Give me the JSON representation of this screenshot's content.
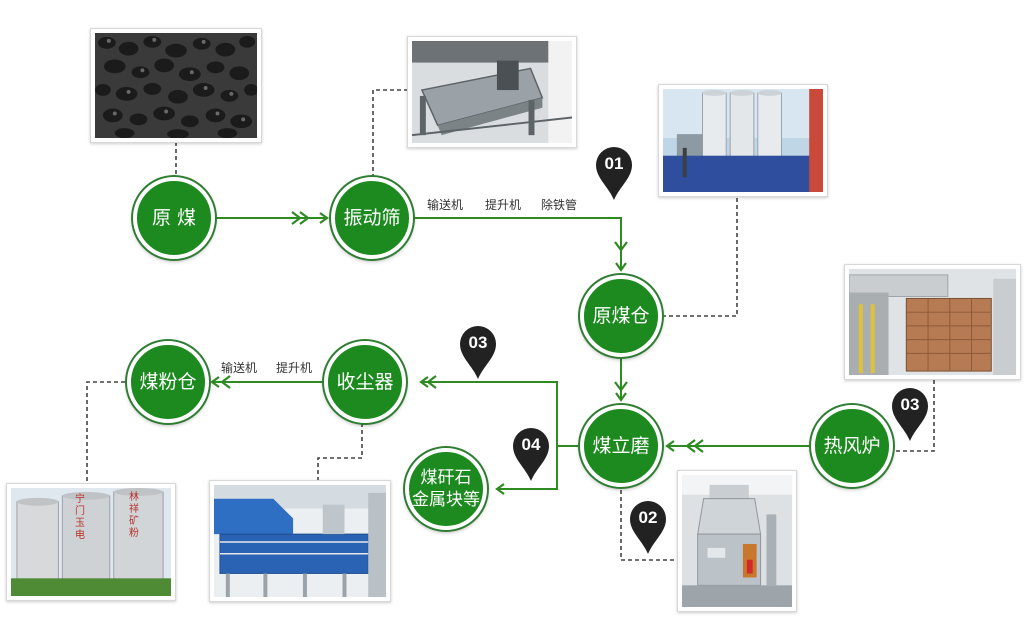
{
  "nodes": {
    "raw_coal": "原 煤",
    "vibrating_screen": "振动筛",
    "raw_coal_bin": "原煤仓",
    "coal_mill": "煤立磨",
    "hot_air_furnace": "热风炉",
    "dust_collector": "收尘器",
    "pulverized_coal_bin": "煤粉仓",
    "gangue_line1": "煤矸石",
    "gangue_line2": "金属块等"
  },
  "labels": {
    "conveyor1": "输送机",
    "hoist1": "提升机",
    "iron_remover": "除铁管",
    "conveyor2": "输送机",
    "hoist2": "提升机"
  },
  "markers": {
    "m01": "01",
    "m02": "02",
    "m03a": "03",
    "m03b": "03",
    "m04": "04"
  },
  "silo_text": {
    "left": "宁门玉电",
    "right": "林祥矿粉"
  },
  "colors": {
    "node_green": "#1c8a1e",
    "arrow_green": "#2e8b22",
    "marker_dark": "#222222",
    "dash": "#444444"
  }
}
